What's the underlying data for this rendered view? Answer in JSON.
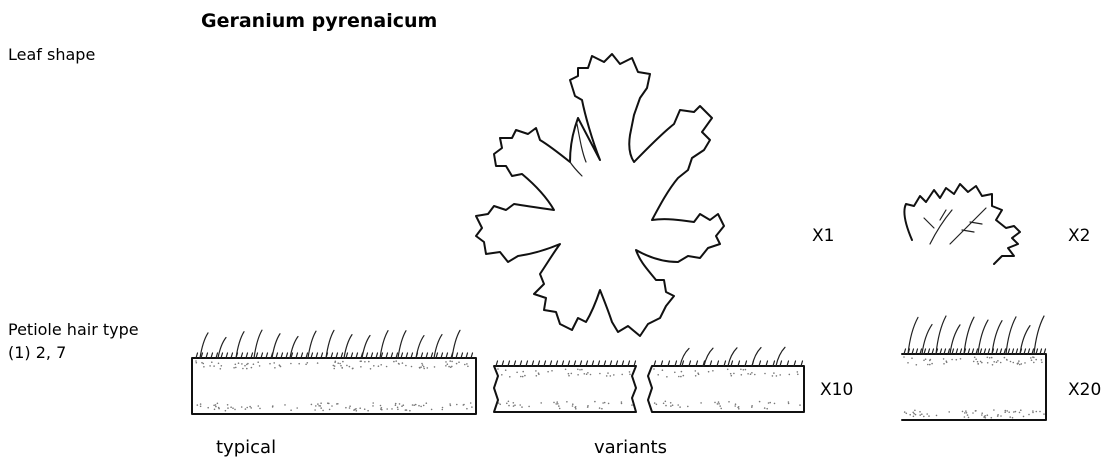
{
  "title": "Geranium pyrenaicum",
  "leaf_shape": {
    "label": "Leaf shape",
    "scale_main": "X1",
    "scale_small": "X2"
  },
  "petiole_hair": {
    "label": "Petiole hair type",
    "types": "(1) 2, 7",
    "scale_main": "X10",
    "scale_small": "X20",
    "caption_typical": "typical",
    "caption_variants": "variants"
  }
}
